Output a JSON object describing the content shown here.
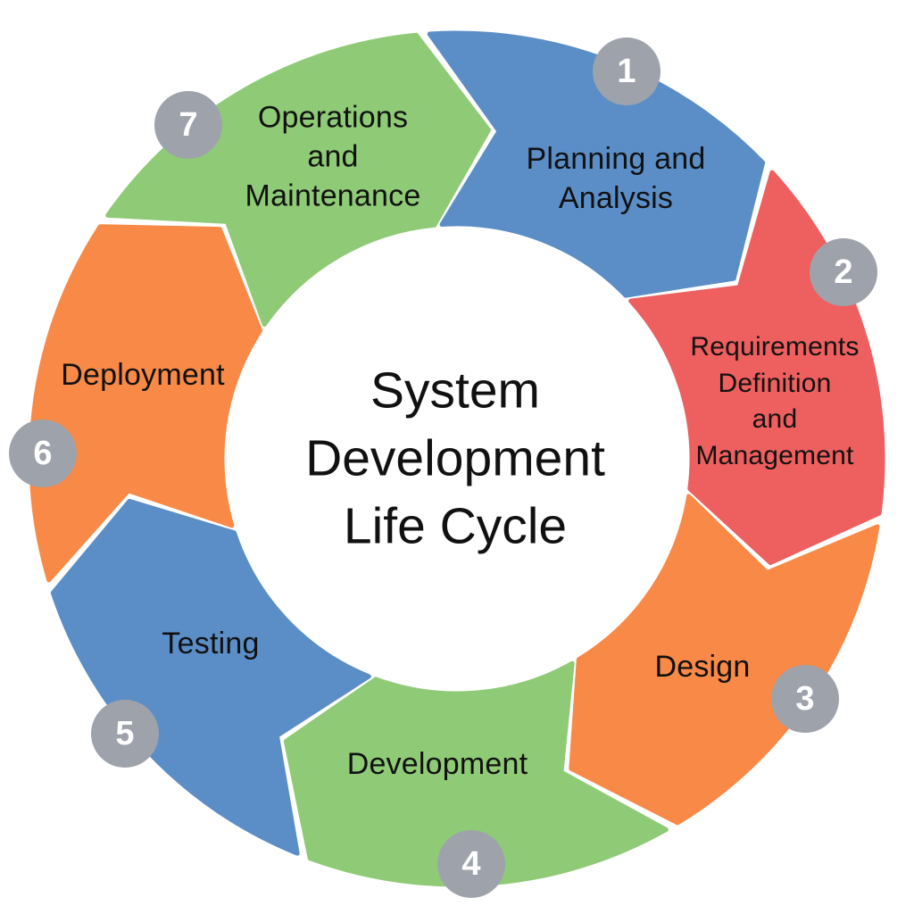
{
  "diagram": {
    "type": "cycle",
    "title": "System\nDevelopment\nLife Cycle",
    "background": "#ffffff",
    "text_color": "#111111",
    "badge_color": "#9ea3ab",
    "badge_text_color": "#ffffff",
    "segments": [
      {
        "number": "1",
        "label": "Planning and\nAnalysis",
        "color": "#5b8ec7"
      },
      {
        "number": "2",
        "label": "Requirements\nDefinition\nand\nManagement",
        "color": "#ee5f5f"
      },
      {
        "number": "3",
        "label": "Design",
        "color": "#f98946"
      },
      {
        "number": "4",
        "label": "Development",
        "color": "#8fcb76"
      },
      {
        "number": "5",
        "label": "Testing",
        "color": "#5b8ec7"
      },
      {
        "number": "6",
        "label": "Deployment",
        "color": "#f98946"
      },
      {
        "number": "7",
        "label": "Operations\nand\nMaintenance",
        "color": "#8fcb76"
      }
    ]
  }
}
